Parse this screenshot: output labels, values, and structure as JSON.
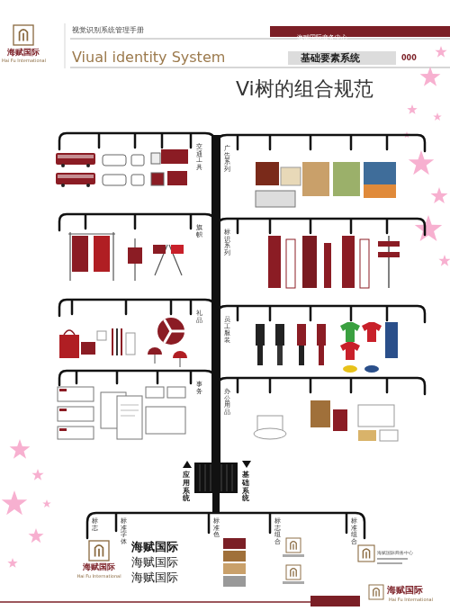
{
  "diagram": {
    "title": "Vi树的组合规范",
    "nodes": [
      {
        "text": [
          "海赋国际商务中心"
        ]
      }
    ],
    "labels": [
      "海赋国际",
      "Hai Fu International",
      "视觉识别系统管理手册",
      "Viual identity System",
      "基础要素系统",
      "000",
      "交通工具",
      "广告系列",
      "旗帜",
      "标识系列",
      "礼品",
      "员工服装",
      "事务",
      "办公用品",
      "应用系统",
      "基础系统",
      "标志",
      "标准字体",
      "标准色",
      "标志组合",
      "标准组合",
      "海赋国际",
      "Hai Fu International",
      "海赋国际",
      "海赋国际",
      "海赋国际",
      "海赋国际商务中心",
      "海赋国际",
      "Hai Fu International"
    ]
  }
}
